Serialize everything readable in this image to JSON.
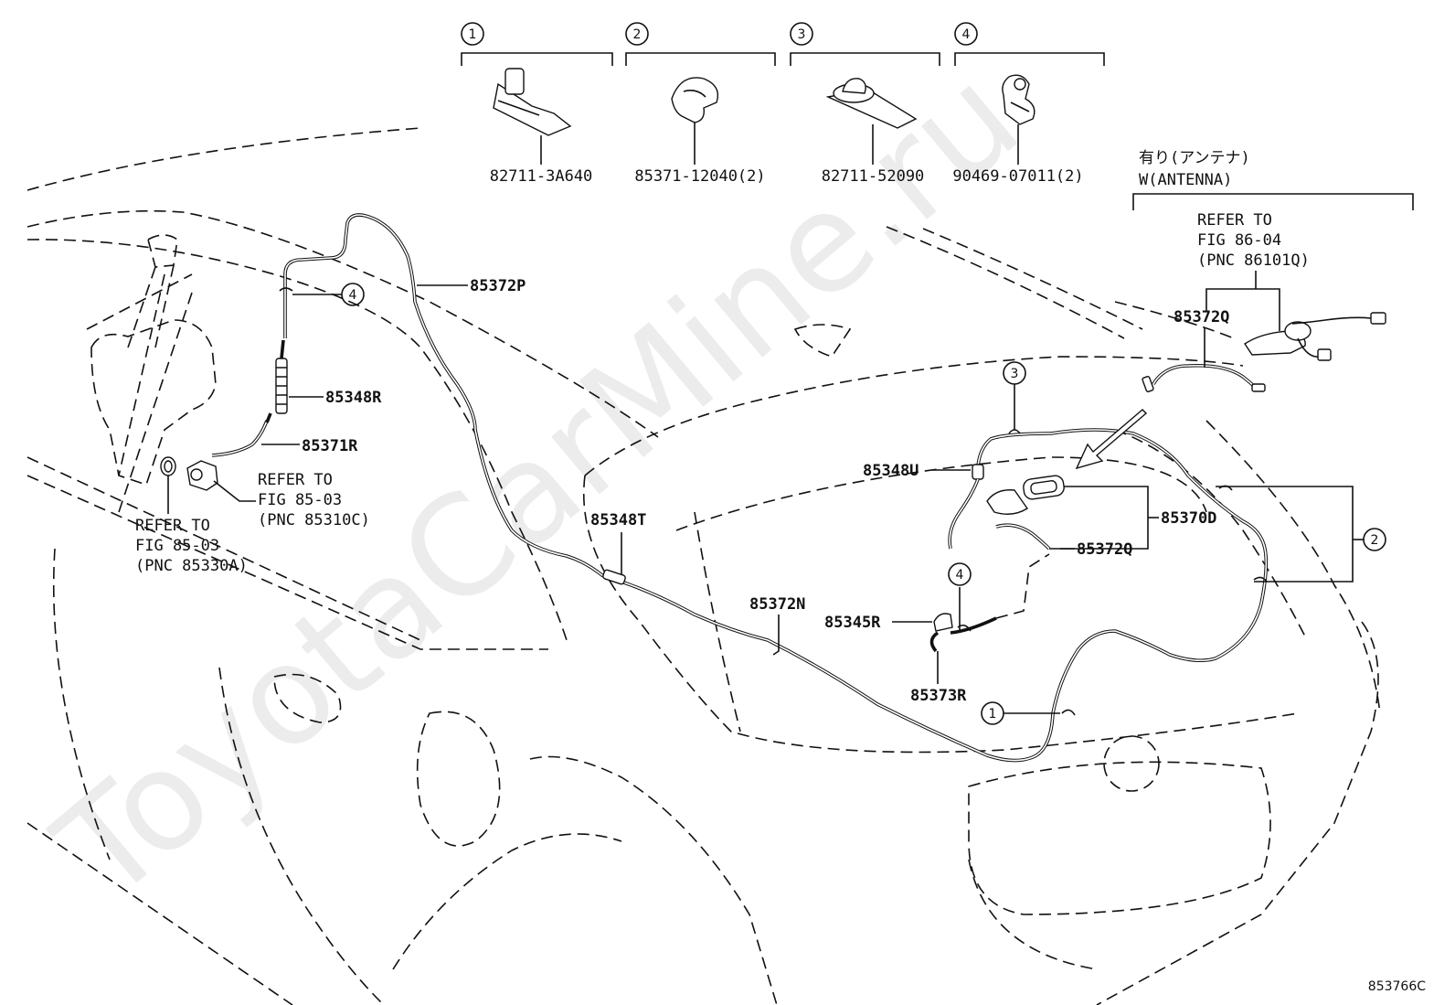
{
  "header_parts": [
    {
      "index": "1",
      "part_no": "82711-3A640"
    },
    {
      "index": "2",
      "part_no": "85371-12040(2)"
    },
    {
      "index": "3",
      "part_no": "82711-52090"
    },
    {
      "index": "4",
      "part_no": "90469-07011(2)"
    }
  ],
  "antenna_group": {
    "title_jp": "有り(アンテナ)",
    "title_en": "W(ANTENNA)",
    "refer": [
      "REFER TO",
      "FIG 86-04",
      "(PNC 86101Q)"
    ]
  },
  "part_labels": {
    "p85372P": "85372P",
    "p85348R": "85348R",
    "p85371R": "85371R",
    "p85348T": "85348T",
    "p85348U": "85348U",
    "p85370D": "85370D",
    "p85372Q_antenna": "85372Q",
    "p85372Q": "85372Q",
    "p85372N": "85372N",
    "p85345R": "85345R",
    "p85373R": "85373R"
  },
  "callouts": {
    "c4_left": "4",
    "c3": "3",
    "c2": "2",
    "c4_low": "4",
    "c1": "1"
  },
  "refer_notes": {
    "pump": [
      "REFER TO",
      "FIG 85-03",
      "(PNC 85310C)"
    ],
    "grommet": [
      "REFER TO",
      "FIG 85-03",
      "(PNC 85330A)"
    ]
  },
  "figure_code": "853766C",
  "watermark": "ToyotaCarMine.ru"
}
